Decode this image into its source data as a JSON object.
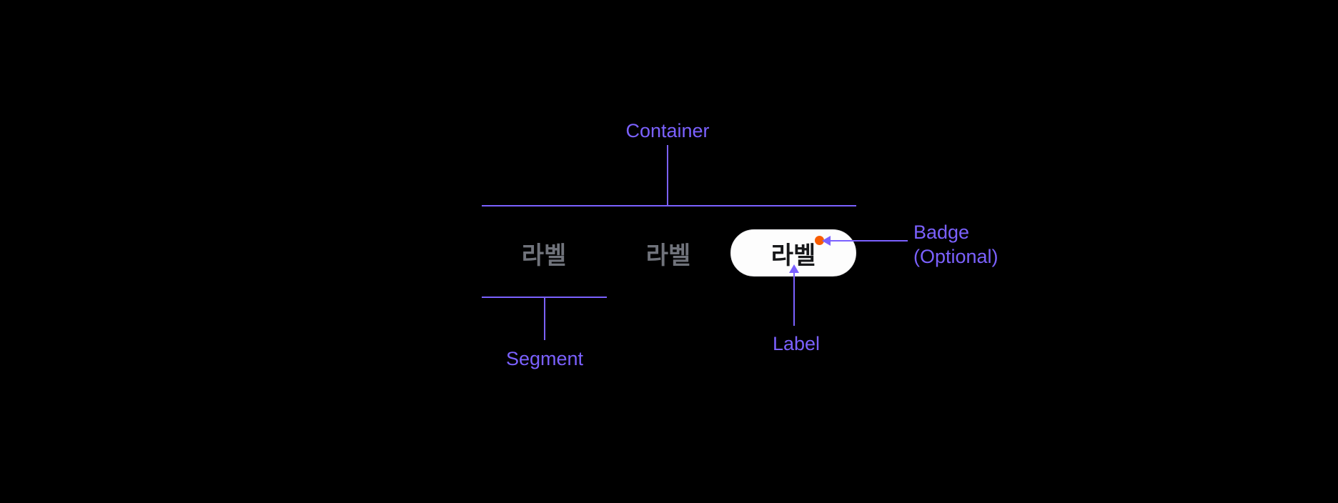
{
  "annotations": {
    "container": {
      "label": "Container"
    },
    "segment": {
      "label": "Segment"
    },
    "label": {
      "label": "Label"
    },
    "badge": {
      "label_line1": "Badge",
      "label_line2": "(Optional)"
    }
  },
  "segmented_control": {
    "segments": [
      {
        "label": "라벨",
        "selected": false,
        "badge": false
      },
      {
        "label": "라벨",
        "selected": false,
        "badge": false
      },
      {
        "label": "라벨",
        "selected": true,
        "badge": true
      }
    ]
  },
  "colors": {
    "background": "#000000",
    "annotation_purple": "#7B61FF",
    "badge_orange": "#F85C00",
    "segment_text_gray": "#70737B",
    "selected_segment_text": "#17181A",
    "selected_segment_fill": "#FDFDFD"
  }
}
